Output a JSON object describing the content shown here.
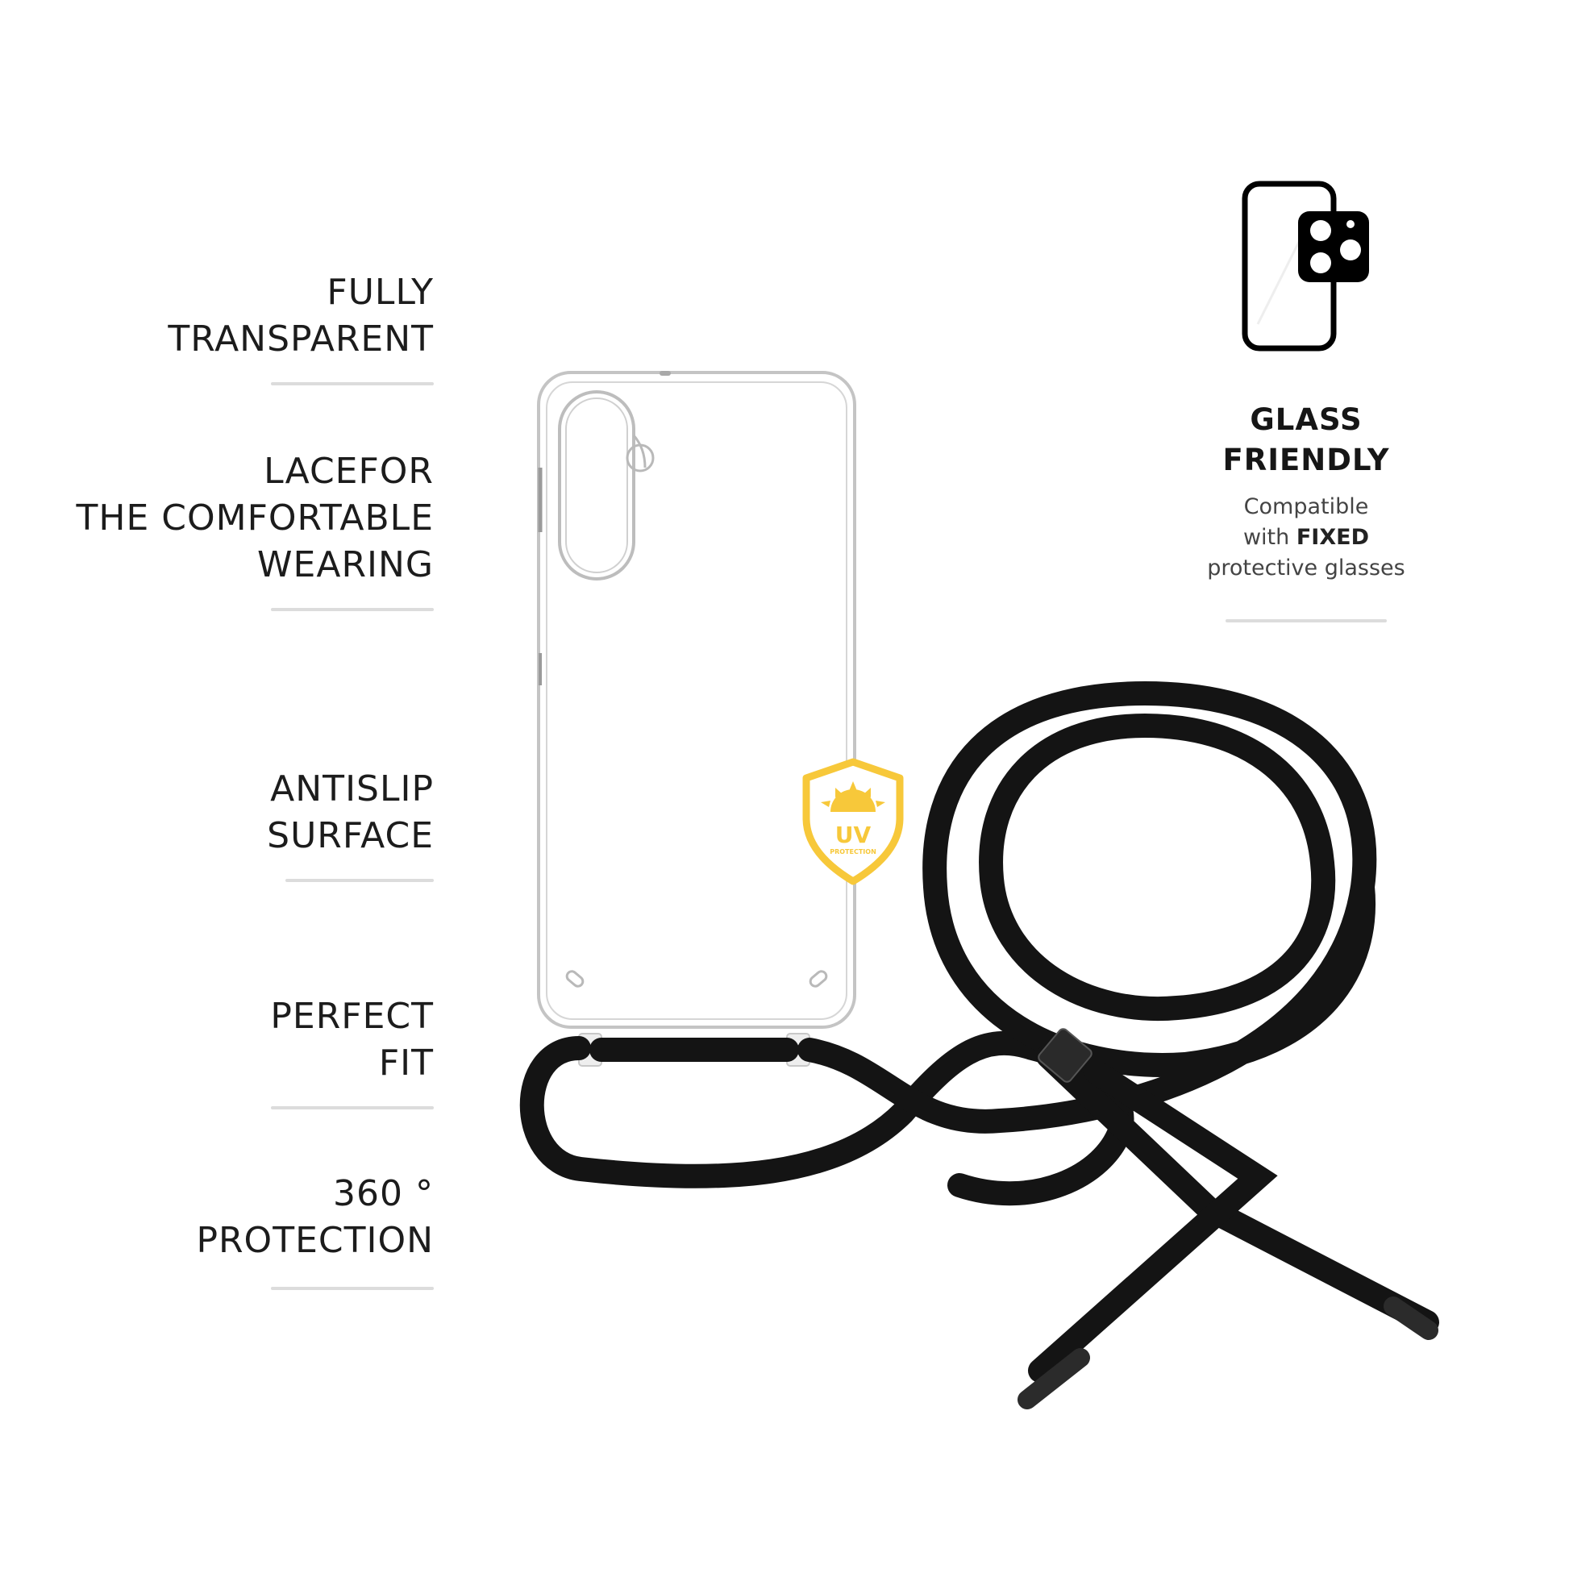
{
  "features": [
    {
      "label": "FULLY\nTRANSPARENT"
    },
    {
      "label": "LACEFOR\nTHE COMFORTABLE\nWEARING"
    },
    {
      "label": "ANTISLIP\nSURFACE"
    },
    {
      "label": "PERFECT\nFIT"
    },
    {
      "label": "360 °\nPROTECTION"
    }
  ],
  "glass_friendly": {
    "icon": "phone-with-camera-glass-icon",
    "title": "GLASS\nFRIENDLY",
    "desc_line1": "Compatible",
    "desc_with": "with",
    "desc_brand": "FIXED",
    "desc_line3": "protective glasses"
  },
  "badge": {
    "icon": "uv-protection-shield-icon",
    "title": "UV",
    "subtitle": "PROTECTION",
    "color": "#F7C83A"
  },
  "product": {
    "case": "transparent-phone-case",
    "lanyard_color": "#141414"
  }
}
